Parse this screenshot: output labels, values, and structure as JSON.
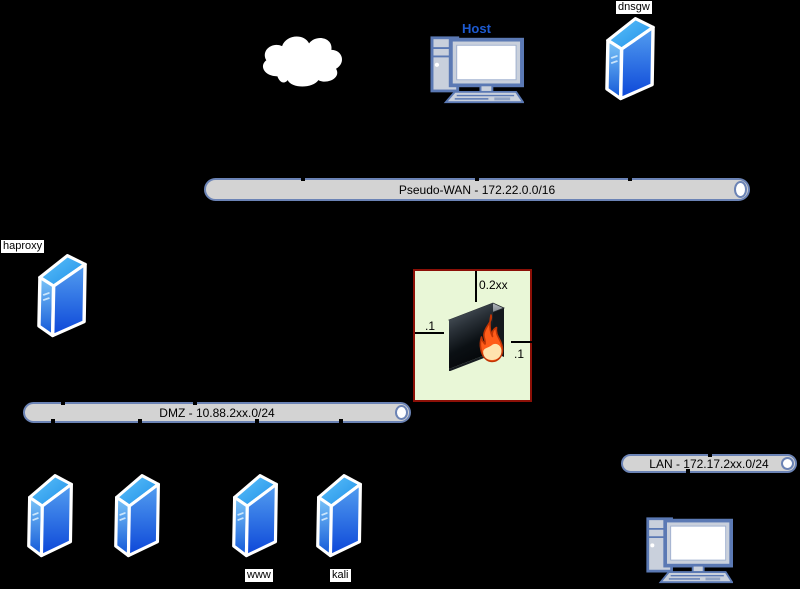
{
  "diagram": {
    "labels": {
      "host": "Host",
      "dnsgw": "dnsgw",
      "haproxy": "haproxy",
      "www": "www",
      "kali": "kali"
    },
    "networks": {
      "pseudo_wan": "Pseudo-WAN - 172.22.0.0/16",
      "dmz": "DMZ - 10.88.2xx.0/24",
      "lan": "LAN - 172.17.2xx.0/24"
    },
    "firewall": {
      "wan_ip": "0.2xx",
      "dmz_ip": ".1",
      "lan_ip": ".1"
    },
    "colors": {
      "background": "#000000",
      "bus_fill": "#d3d3d3",
      "bus_border": "#6b83b5",
      "zone_fill": "#e9f7d7",
      "zone_border": "#8c1007",
      "host_label_text": "#1d5ad1",
      "label_chip_bg": "#ffffff",
      "server_blue_top": "#3aa9f5",
      "server_blue_dark": "#0c46d8",
      "firewall_box": "#14181c",
      "flame_outer": "#ff5c1a",
      "flame_inner": "#ffe3ae",
      "computer_stroke": "#5b79b4",
      "computer_fill": "#c9d0dc"
    }
  }
}
